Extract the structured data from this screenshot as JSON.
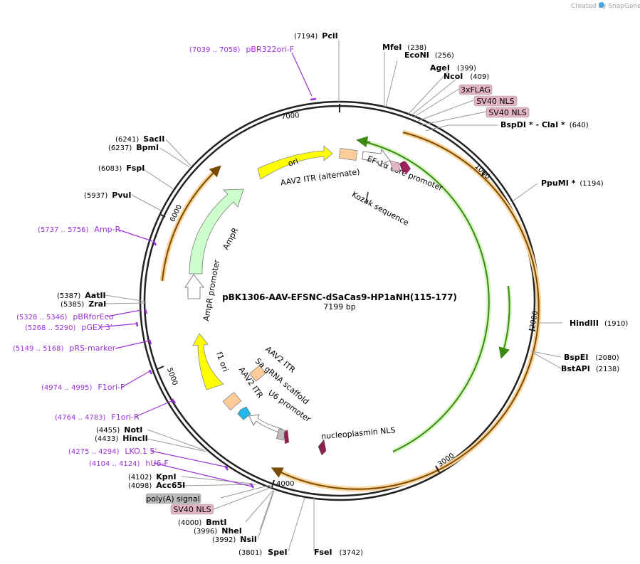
{
  "credit": "Created by SnapGene",
  "plasmid": {
    "name": "pBK1306-AAV-EFSNC-dSaCas9-HP1aNH(115-177)",
    "length": "7199 bp"
  },
  "ticks": [
    "1000",
    "2000",
    "3000",
    "4000",
    "5000",
    "6000",
    "7000"
  ],
  "enzymes": [
    {
      "pos": "(7194)",
      "name": "PciI"
    },
    {
      "pos": "(238)",
      "name": "MfeI"
    },
    {
      "pos": "(256)",
      "name": "EcoNI"
    },
    {
      "pos": "(399)",
      "name": "AgeI"
    },
    {
      "pos": "(409)",
      "name": "NcoI"
    },
    {
      "pos": "(640)",
      "name": "BspDI * - ClaI *"
    },
    {
      "pos": "(1194)",
      "name": "PpuMI *"
    },
    {
      "pos": "(1910)",
      "name": "HindIII"
    },
    {
      "pos": "(2080)",
      "name": "BspEI"
    },
    {
      "pos": "(2138)",
      "name": "BstAPI"
    },
    {
      "pos": "(3742)",
      "name": "FseI"
    },
    {
      "pos": "(3801)",
      "name": "SpeI"
    },
    {
      "pos": "(3992)",
      "name": "NsiI"
    },
    {
      "pos": "(3996)",
      "name": "NheI"
    },
    {
      "pos": "(4000)",
      "name": "BmtI"
    },
    {
      "pos": "(4098)",
      "name": "Acc65I"
    },
    {
      "pos": "(4102)",
      "name": "KpnI"
    },
    {
      "pos": "(4433)",
      "name": "HincII"
    },
    {
      "pos": "(4455)",
      "name": "NotI"
    },
    {
      "pos": "(5385)",
      "name": "ZraI"
    },
    {
      "pos": "(5387)",
      "name": "AatII"
    },
    {
      "pos": "(5937)",
      "name": "PvuI"
    },
    {
      "pos": "(6083)",
      "name": "FspI"
    },
    {
      "pos": "(6237)",
      "name": "BpmI"
    },
    {
      "pos": "(6241)",
      "name": "SacII"
    }
  ],
  "primers": [
    {
      "pos": "(7039 .. 7058)",
      "name": "pBR322ori-F"
    },
    {
      "pos": "(5737 .. 5756)",
      "name": "Amp-R"
    },
    {
      "pos": "(5328 .. 5346)",
      "name": "pBRforEco"
    },
    {
      "pos": "(5268 .. 5290)",
      "name": "pGEX 3'"
    },
    {
      "pos": "(5149 .. 5168)",
      "name": "pRS-marker"
    },
    {
      "pos": "(4974 .. 4995)",
      "name": "F1ori-F"
    },
    {
      "pos": "(4764 .. 4783)",
      "name": "F1ori-R"
    },
    {
      "pos": "(4275 .. 4294)",
      "name": "LKO.1 5'"
    },
    {
      "pos": "(4104 .. 4124)",
      "name": "hU6-F"
    }
  ],
  "boxed_features": [
    "3xFLAG",
    "SV40 NLS",
    "SV40 NLS",
    "poly(A) signal",
    "SV40 NLS"
  ],
  "features": [
    "ori",
    "AAV2 ITR (alternate)",
    "EF-1α core promoter",
    "Kozak sequence",
    "AmpR",
    "AmpR promoter",
    "f1 ori",
    "AAV2 ITR",
    "Sa gRNA scaffold",
    "AAV2 ITR",
    "U6 promoter",
    "nucleoplasmin NLS"
  ],
  "colors": {
    "backbone": "#222222",
    "yellow": "#ffff00",
    "green_fill": "#ccffcc",
    "orange": "#ffcc99",
    "pink": "#e4b4c4",
    "maroon": "#8b2252",
    "cyan": "#1fb8e8",
    "gray": "#bbbbbb",
    "primer": "#9b30d9",
    "orange_arc": "#f5b04a",
    "green_arc": "#69b82a"
  },
  "icons": {
    "snapgene_logo": "snapgene-logo-icon"
  }
}
